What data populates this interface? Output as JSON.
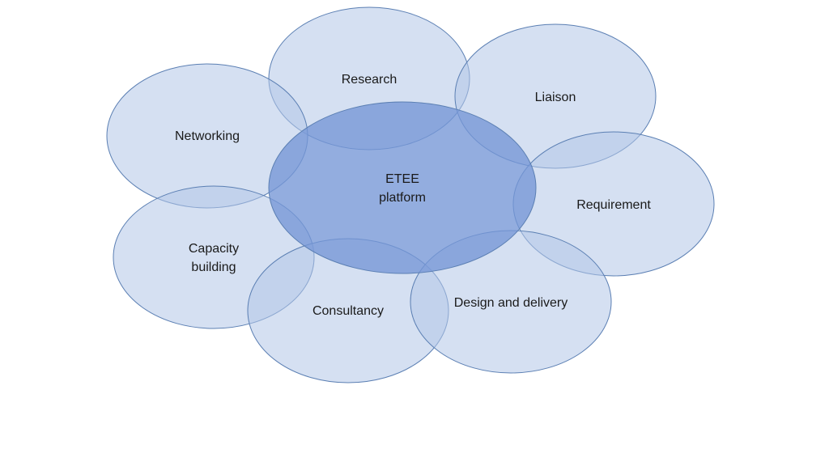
{
  "diagram": {
    "center": {
      "line1": "ETEE",
      "line2": "platform"
    },
    "nodes": {
      "research": "Research",
      "liaison": "Liaison",
      "networking": "Networking",
      "requirement": "Requirement",
      "capacity_line1": "Capacity",
      "capacity_line2": "building",
      "consultancy": "Consultancy",
      "design_delivery": "Design and delivery"
    },
    "colors": {
      "petal_fill": "#b3c6e8",
      "center_fill": "#7496d6",
      "outline": "#5b7fb3"
    }
  }
}
